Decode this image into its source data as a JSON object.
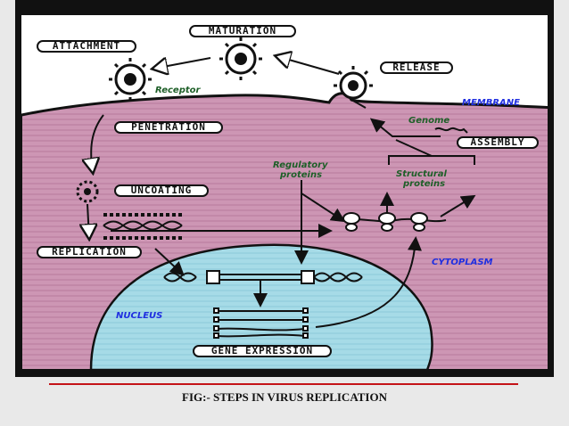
{
  "diagram": {
    "stages": {
      "attachment": "ATTACHMENT",
      "maturation": "MATURATION",
      "release": "RELEASE",
      "penetration": "PENETRATION",
      "assembly": "ASSEMBLY",
      "uncoating": "UNCOATING",
      "replication": "REPLICATION",
      "gene_expression": "GENE EXPRESSION"
    },
    "regions": {
      "membrane": "MEMBRANE",
      "cytoplasm": "CYTOPLASM",
      "nucleus": "NUCLEUS"
    },
    "annotations": {
      "receptor": "Receptor",
      "genome": "Genome",
      "regulatory_line1": "Regulatory",
      "regulatory_line2": "proteins",
      "structural_line1": "Structural",
      "structural_line2": "proteins"
    },
    "colors": {
      "cytoplasm": "#cd96b4",
      "nucleus": "#a6dbe7",
      "accent": "#c41318",
      "region_label": "#1f2ee0",
      "annotation_label": "#1e5f28"
    }
  },
  "caption": "FIG:- STEPS IN VIRUS REPLICATION"
}
